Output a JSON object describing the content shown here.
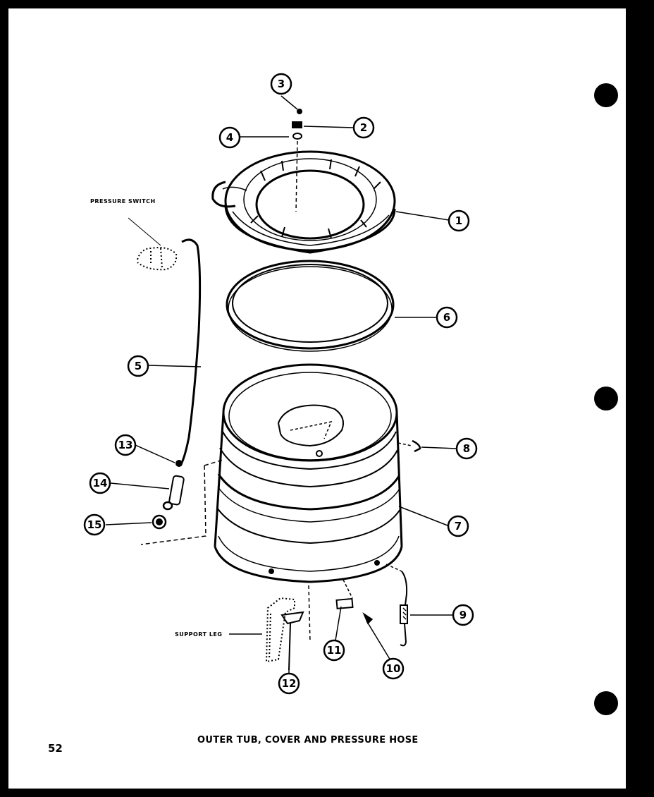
{
  "diagram": {
    "caption": "OUTER TUB, COVER AND PRESSURE HOSE",
    "page_number": "52",
    "labels": {
      "pressure_switch": "PRESSURE SWITCH",
      "support_leg": "SUPPORT LEG"
    },
    "callouts": [
      "1",
      "2",
      "3",
      "4",
      "5",
      "6",
      "7",
      "8",
      "9",
      "10",
      "11",
      "12",
      "13",
      "14",
      "15"
    ]
  }
}
